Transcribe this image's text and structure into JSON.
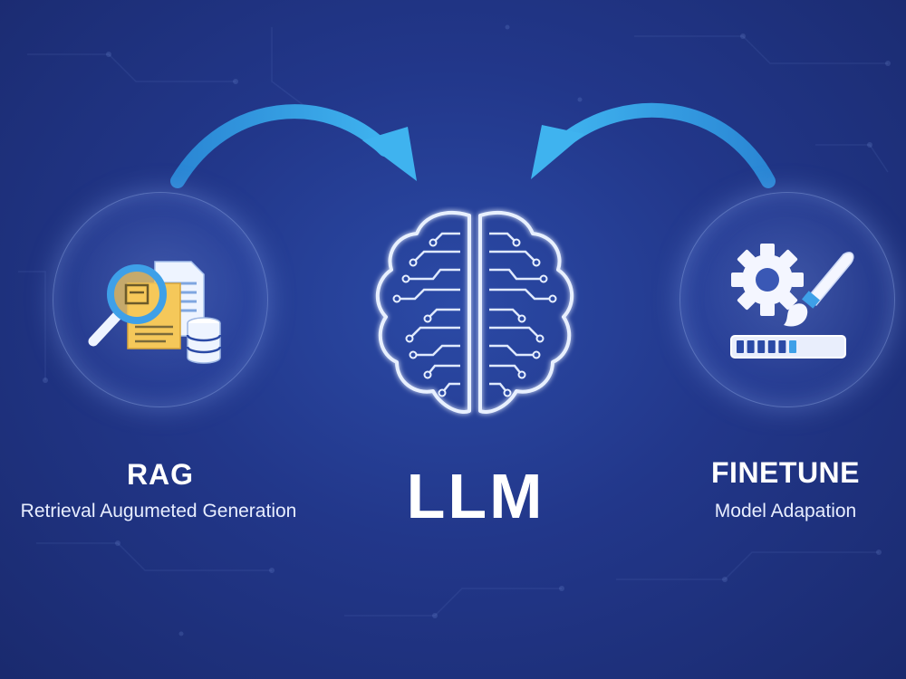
{
  "colors": {
    "background": "#22378a",
    "arrow": "#2f9ee3",
    "accent_blue": "#3ea0e8",
    "document_yellow": "#f5c85a",
    "text": "#ffffff"
  },
  "nodes": {
    "rag": {
      "title": "RAG",
      "subtitle": "Retrieval Augumeted Generation",
      "icons": [
        "magnifier-icon",
        "document-icon",
        "database-icon"
      ]
    },
    "llm": {
      "title": "LLM",
      "icons": [
        "brain-circuit-icon"
      ]
    },
    "finetune": {
      "title": "FINETUNE",
      "subtitle": "Model Adapation",
      "icons": [
        "gear-icon",
        "paintbrush-icon",
        "progress-bar-icon"
      ],
      "progress": 0.55
    }
  },
  "connections": [
    {
      "from": "rag",
      "to": "llm"
    },
    {
      "from": "finetune",
      "to": "llm"
    }
  ]
}
